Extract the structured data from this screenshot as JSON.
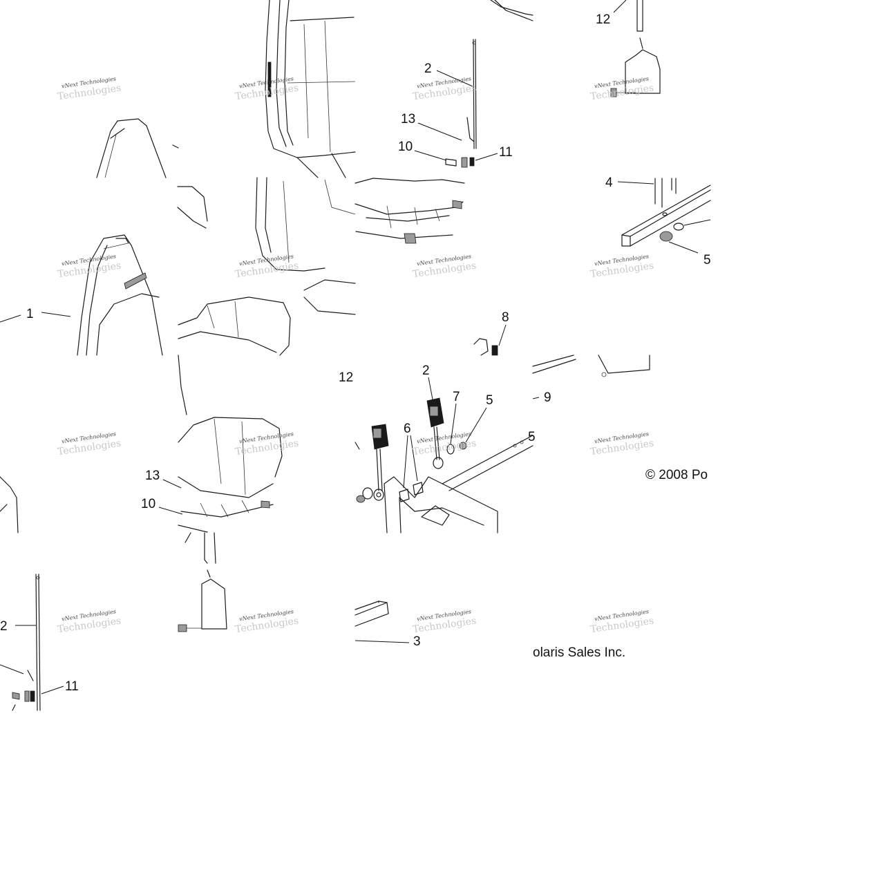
{
  "callouts": {
    "c1": "1",
    "c2_top": "2",
    "c2_mid": "2",
    "c2_left": "2",
    "c3": "3",
    "c4": "4",
    "c5_right": "5",
    "c5_mid": "5",
    "c5_edge": "5",
    "c6": "6",
    "c7": "7",
    "c8": "8",
    "c9": "9",
    "c10_top": "10",
    "c10_bot": "10",
    "c11_top": "11",
    "c11_left": "11",
    "c12_top": "12",
    "c12_mid": "12",
    "c13_top": "13",
    "c13_bot": "13"
  },
  "watermark": {
    "line1": "vNext Technologies",
    "line2": "Technologies"
  },
  "copyright": {
    "part1": "© 2008 Po",
    "part2": "olaris Sales Inc."
  }
}
